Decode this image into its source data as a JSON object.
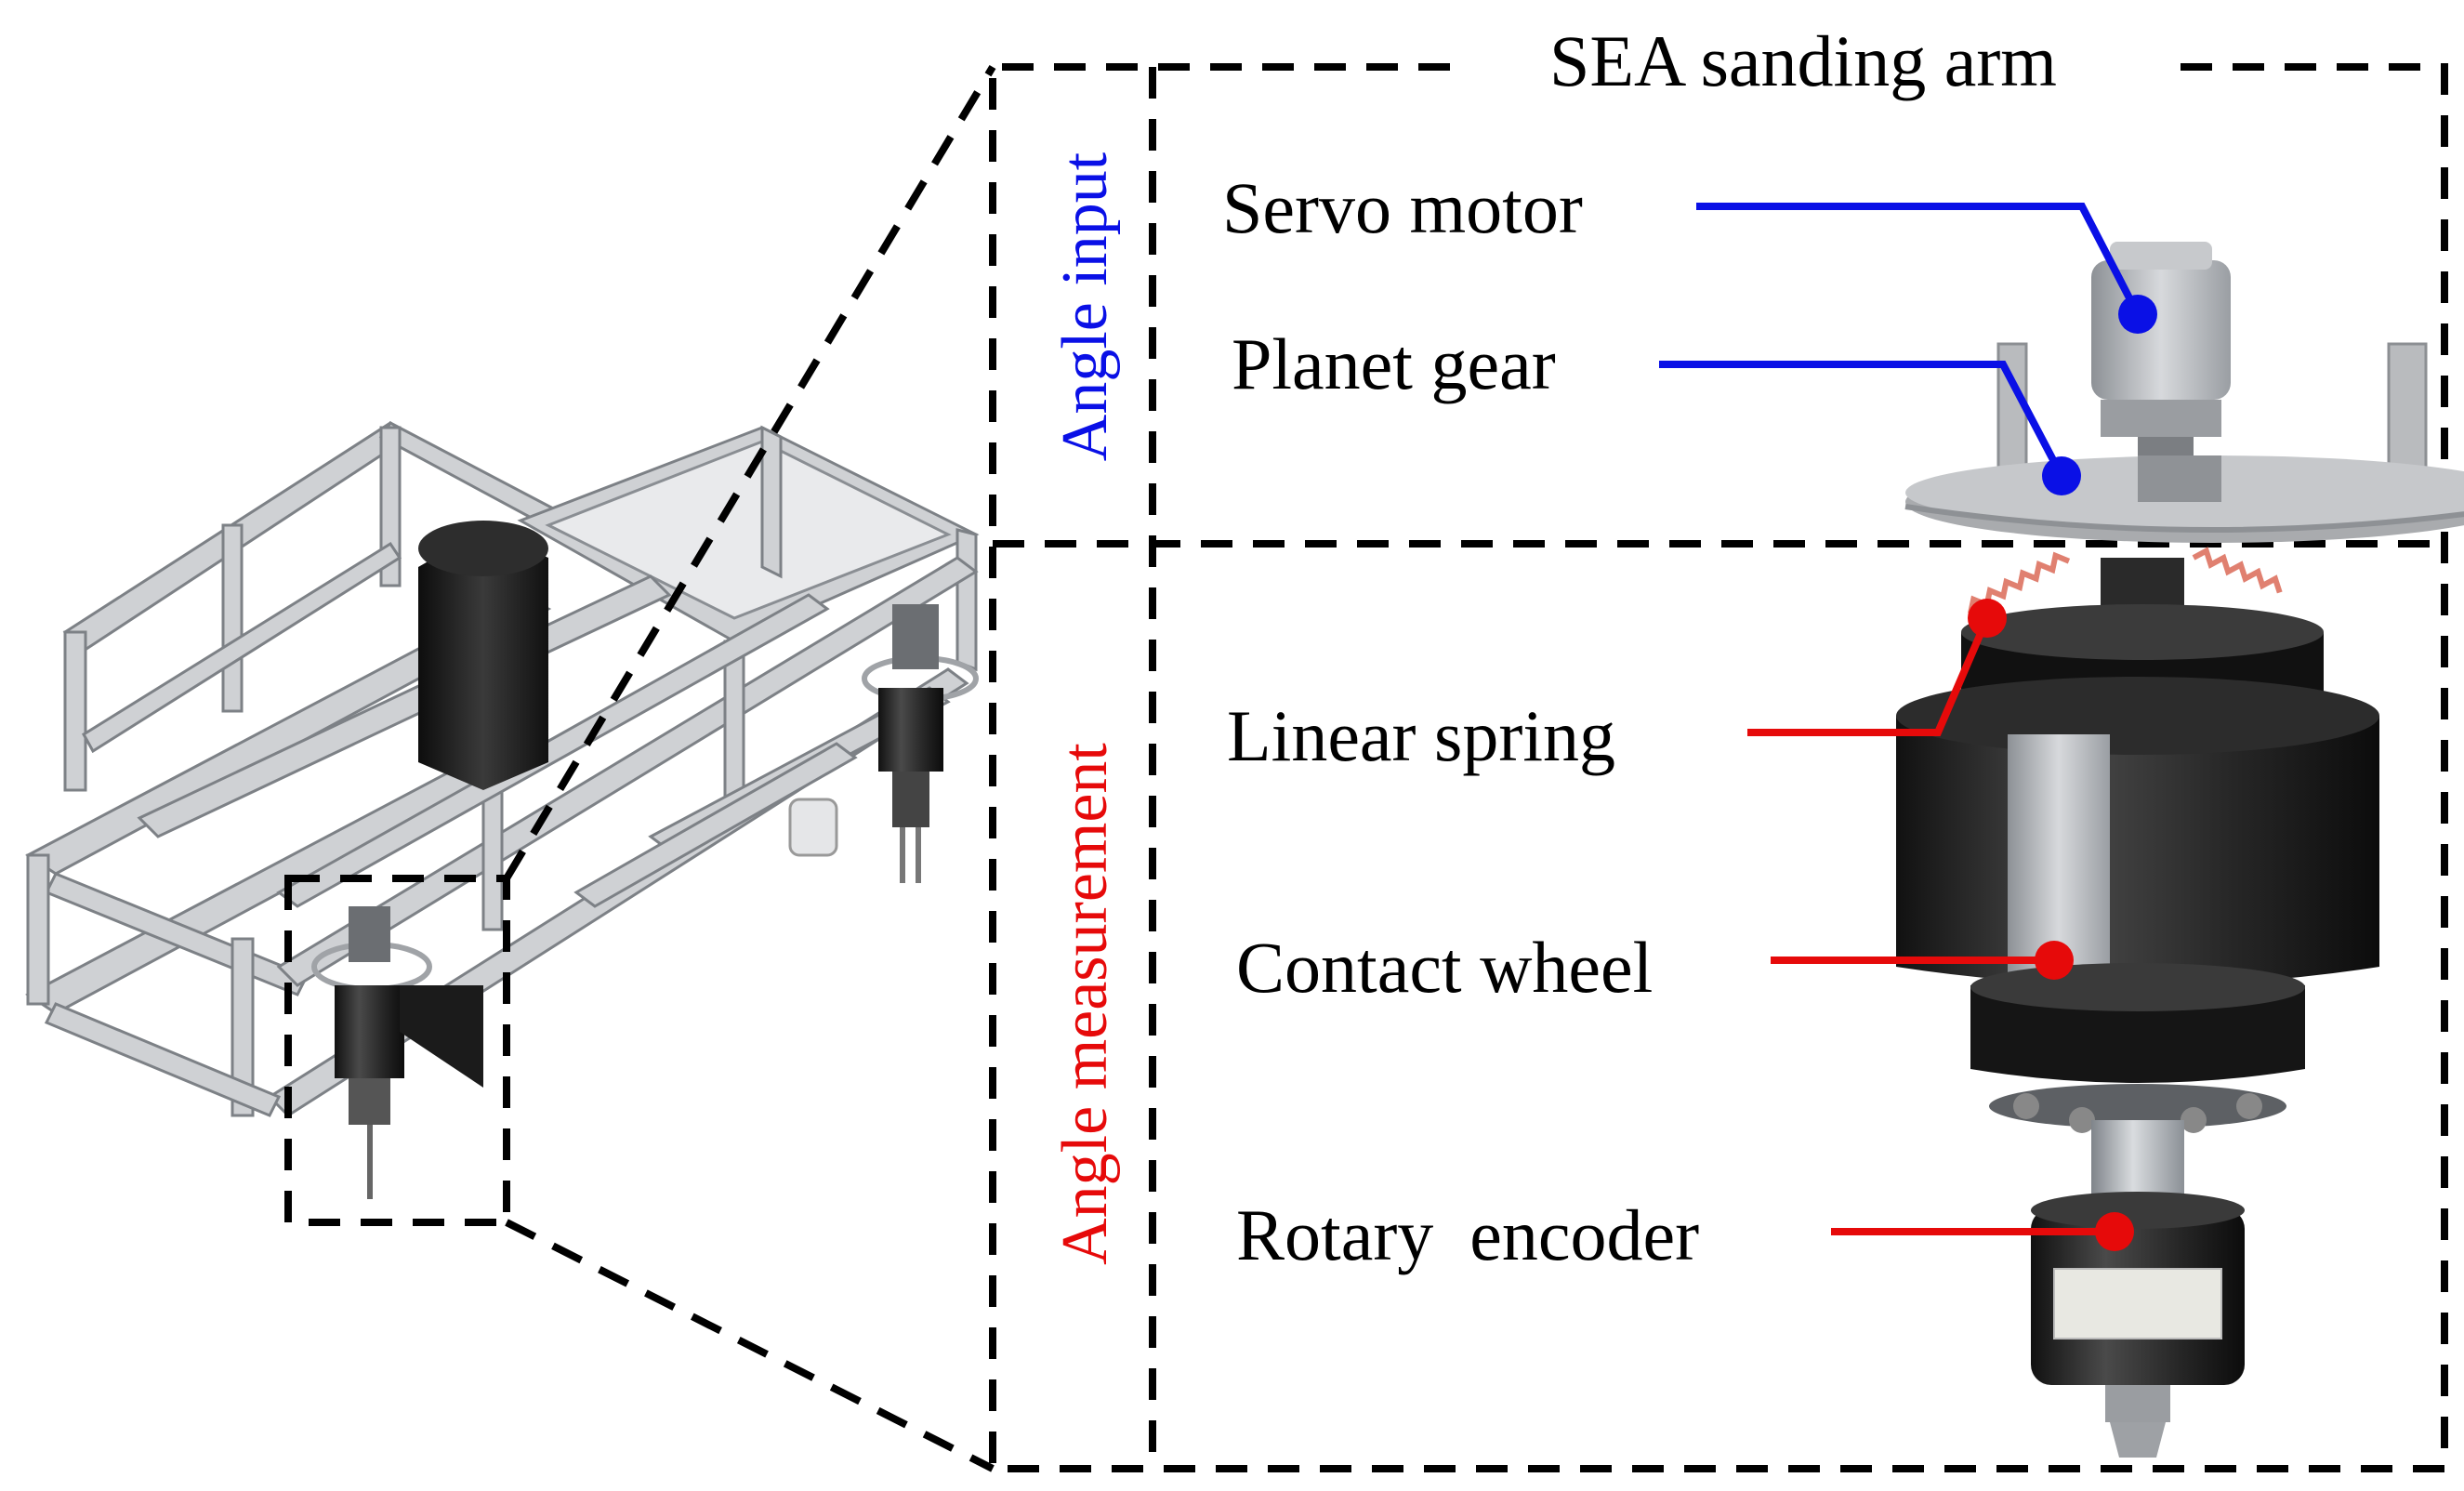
{
  "figure": {
    "title": "SEA sanding arm",
    "sections": [
      {
        "id": "angle-input",
        "label": "Angle input",
        "color": "#0a10e6"
      },
      {
        "id": "angle-measurement",
        "label": "Angle measurement",
        "color": "#e60a0a"
      }
    ],
    "callouts": [
      {
        "id": "servo-motor",
        "label": "Servo motor",
        "section": "angle-input",
        "color": "#0a10e6"
      },
      {
        "id": "planet-gear",
        "label": "Planet gear",
        "section": "angle-input",
        "color": "#0a10e6"
      },
      {
        "id": "linear-spring",
        "label": "Linear spring",
        "section": "angle-measurement",
        "color": "#e60a0a"
      },
      {
        "id": "contact-wheel",
        "label": "Contact wheel",
        "section": "angle-measurement",
        "color": "#e60a0a"
      },
      {
        "id": "rotary-encoder",
        "label": "Rotary  encoder",
        "section": "angle-measurement",
        "color": "#e60a0a"
      }
    ]
  }
}
